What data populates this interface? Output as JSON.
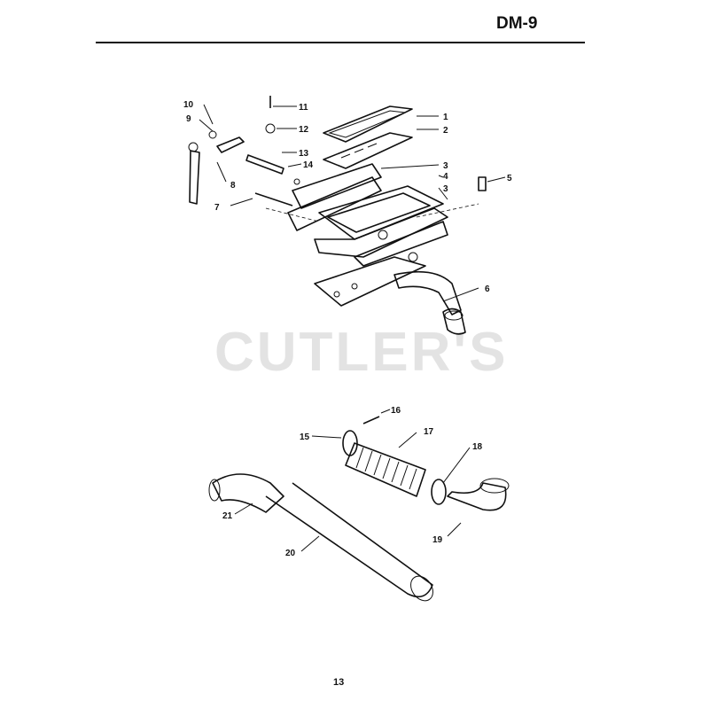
{
  "header": {
    "page_code": "DM-9"
  },
  "watermark": {
    "text": "CUTLER'S"
  },
  "footer": {
    "page_number": "13"
  },
  "callouts": {
    "c1": "1",
    "c2": "2",
    "c3a": "3",
    "c3b": "3",
    "c4": "4",
    "c5": "5",
    "c6": "6",
    "c7": "7",
    "c8": "8",
    "c9": "9",
    "c10": "10",
    "c11": "11",
    "c12": "12",
    "c13": "13",
    "c14": "14",
    "c15": "15",
    "c16": "16",
    "c17": "17",
    "c18": "18",
    "c19": "19",
    "c20": "20",
    "c21": "21"
  }
}
